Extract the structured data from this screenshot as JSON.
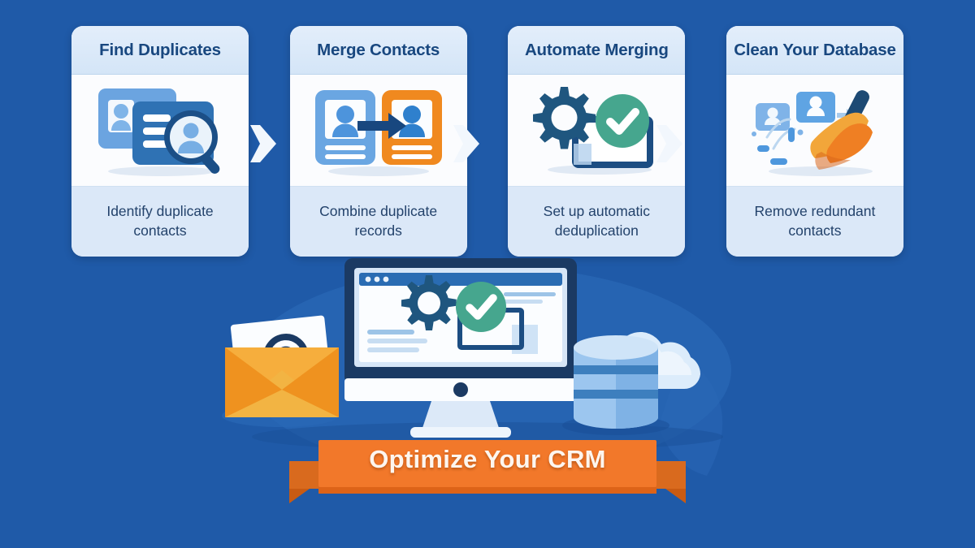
{
  "theme": {
    "background": "#1f5aa8",
    "card_background": "#fdfdfe",
    "card_header_background": "#dce9f8",
    "card_header_text": "#18477f",
    "card_footer_background": "#dbe8f8",
    "card_footer_text": "#23426b",
    "accent_orange": "#f07c22",
    "accent_teal": "#3da389",
    "accent_navy": "#1f4e79"
  },
  "steps": [
    {
      "title": "Find Duplicates",
      "caption": "Identify duplicate contacts",
      "icon": "contact-cards-magnifier-icon"
    },
    {
      "title": "Merge Contacts",
      "caption": "Combine duplicate records",
      "icon": "merge-contact-cards-arrow-icon"
    },
    {
      "title": "Automate Merging",
      "caption": "Set up automatic deduplication",
      "icon": "gear-checkmark-icon"
    },
    {
      "title": "Clean Your Database",
      "caption": "Remove redundant contacts",
      "icon": "broom-sweeping-contacts-icon"
    }
  ],
  "connectors": [
    {
      "icon": "chevron-right-arrow-icon"
    },
    {
      "icon": "chevron-right-arrow-icon"
    },
    {
      "icon": "chevron-right-arrow-icon"
    }
  ],
  "hero": {
    "banner_label": "Optimize Your CRM",
    "elements": [
      {
        "icon": "email-envelope-at-sign-icon"
      },
      {
        "icon": "desktop-monitor-icon"
      },
      {
        "icon": "gear-checkmark-icon"
      },
      {
        "icon": "database-cylinder-icon"
      },
      {
        "icon": "cloud-icon"
      },
      {
        "icon": "orange-ribbon-banner"
      }
    ]
  }
}
